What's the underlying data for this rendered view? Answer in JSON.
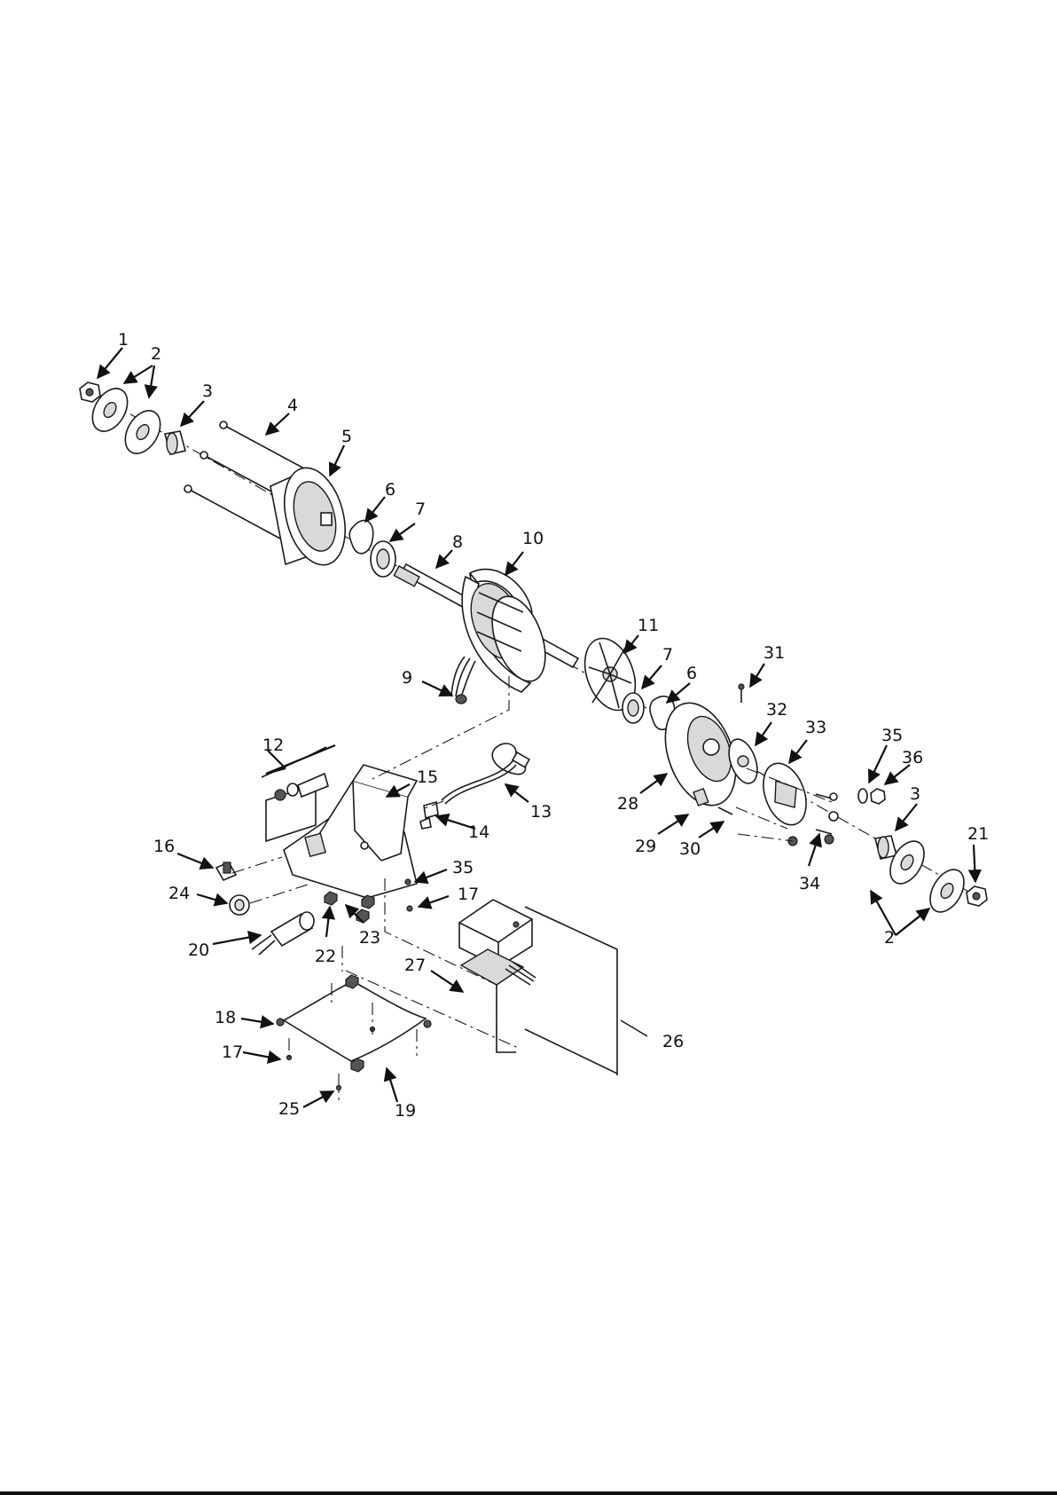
{
  "callouts": {
    "c1": "1",
    "c2a": "2",
    "c3a": "3",
    "c4": "4",
    "c5": "5",
    "c6a": "6",
    "c7a": "7",
    "c8": "8",
    "c9": "9",
    "c10": "10",
    "c11": "11",
    "c7b": "7",
    "c6b": "6",
    "c31": "31",
    "c32": "32",
    "c33": "33",
    "c35a": "35",
    "c36": "36",
    "c3b": "3",
    "c21": "21",
    "c12": "12",
    "c15": "15",
    "c13": "13",
    "c14": "14",
    "c28": "28",
    "c29": "29",
    "c30": "30",
    "c34": "34",
    "c16": "16",
    "c35b": "35",
    "c17a": "17",
    "c24": "24",
    "c23": "23",
    "c22": "22",
    "c20": "20",
    "c2b": "2",
    "c27": "27",
    "c26": "26",
    "c18": "18",
    "c17b": "17",
    "c25": "25",
    "c19": "19"
  }
}
